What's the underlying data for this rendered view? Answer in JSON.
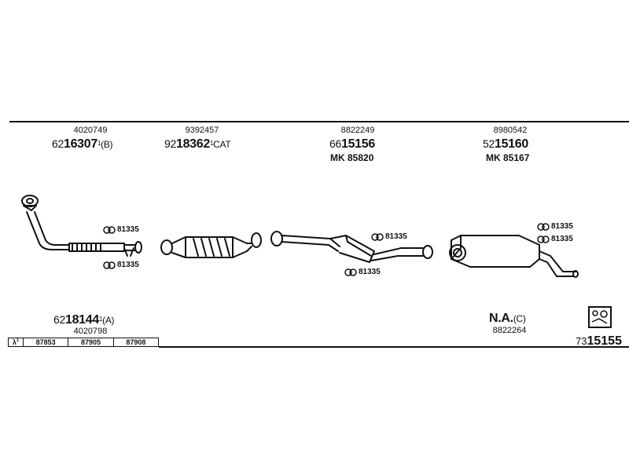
{
  "parts": {
    "p1": {
      "ref": "4020749",
      "prefix": "62",
      "code": "16307",
      "sup": "1",
      "suffix": "(B)"
    },
    "p2": {
      "ref": "9392457",
      "prefix": "92",
      "code": "18362",
      "sup": "1",
      "suffix": "CAT"
    },
    "p3": {
      "ref": "8822249",
      "prefix": "66",
      "code": "15156",
      "mk": "MK 85820"
    },
    "p4": {
      "ref": "8980542",
      "prefix": "52",
      "code": "15160",
      "mk": "MK 85167"
    }
  },
  "clamps": {
    "c1": "81335",
    "c2": "81335",
    "c3": "81335",
    "c4": "81335",
    "c5": "81335",
    "c6": "81335"
  },
  "bottom": {
    "pipe": {
      "prefix": "62",
      "code": "18144",
      "sup": "1",
      "suffix": "(A)",
      "ref": "4020798"
    },
    "na": {
      "code": "N.A.",
      "suffix": "(C)",
      "ref": "8822264"
    },
    "lambda_table": [
      "λ",
      "1",
      "87853",
      "87905",
      "87908"
    ],
    "final": {
      "prefix": "73",
      "code": "15155"
    }
  }
}
